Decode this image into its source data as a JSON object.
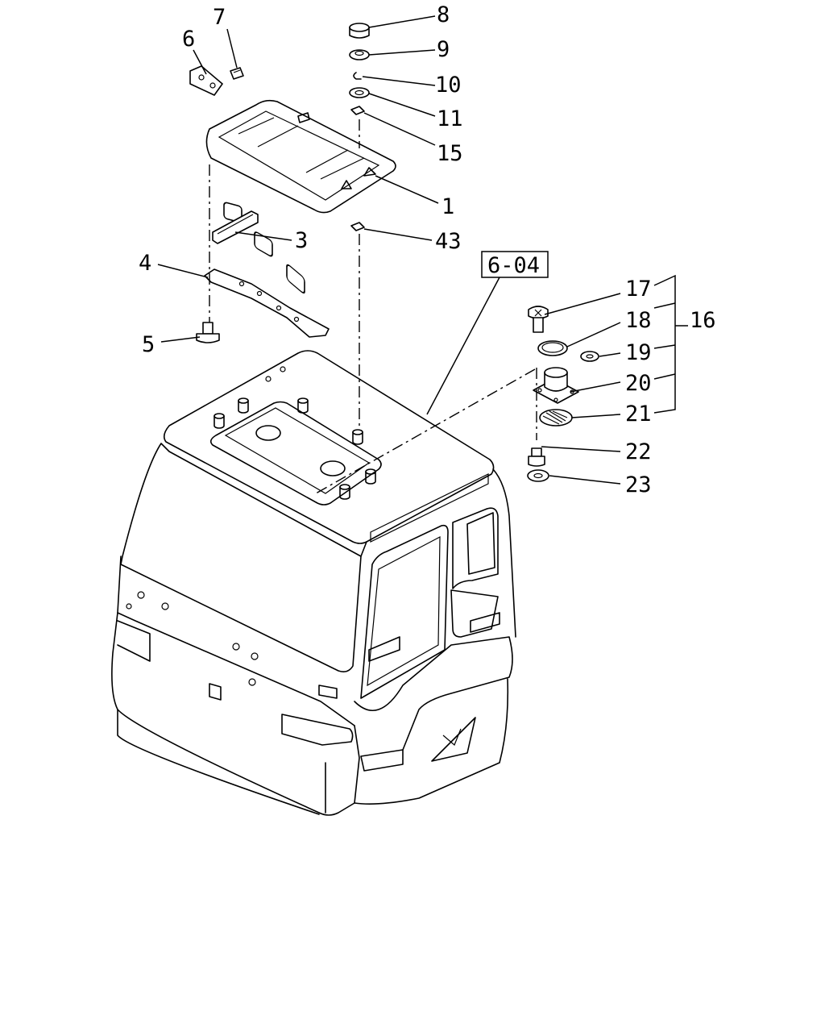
{
  "callouts": {
    "c1": "1",
    "c3": "3",
    "c4": "4",
    "c5": "5",
    "c6": "6",
    "c7": "7",
    "c8": "8",
    "c9": "9",
    "c10": "10",
    "c11": "11",
    "c15": "15",
    "c16": "16",
    "c17": "17",
    "c18": "18",
    "c19": "19",
    "c20": "20",
    "c21": "21",
    "c22": "22",
    "c23": "23",
    "c43": "43"
  },
  "reference": "6-04"
}
